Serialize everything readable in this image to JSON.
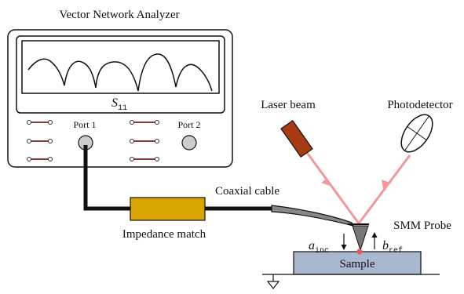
{
  "labels": {
    "vna_title": "Vector Network Analyzer",
    "screen_param": "S",
    "screen_param_sub": "11",
    "port1": "Port 1",
    "port2": "Port 2",
    "laser": "Laser beam",
    "photodetector": "Photodetector",
    "coax": "Coaxial cable",
    "impedance": "Impedance match",
    "probe": "SMM Probe",
    "a_inc": "a",
    "a_inc_sub": "inc",
    "b_ref": "b",
    "b_ref_sub": "ref",
    "sample": "Sample"
  },
  "colors": {
    "laser_body": "#a83a14",
    "laser_beam": "#f2989a",
    "impedance_box": "#d8a400",
    "sample_fill": "#a9b8cf",
    "probe_fill": "#777777",
    "contact_dot": "#e8585a",
    "knob_fill": "#cccccc",
    "switch_line": "#8b3a3a"
  }
}
